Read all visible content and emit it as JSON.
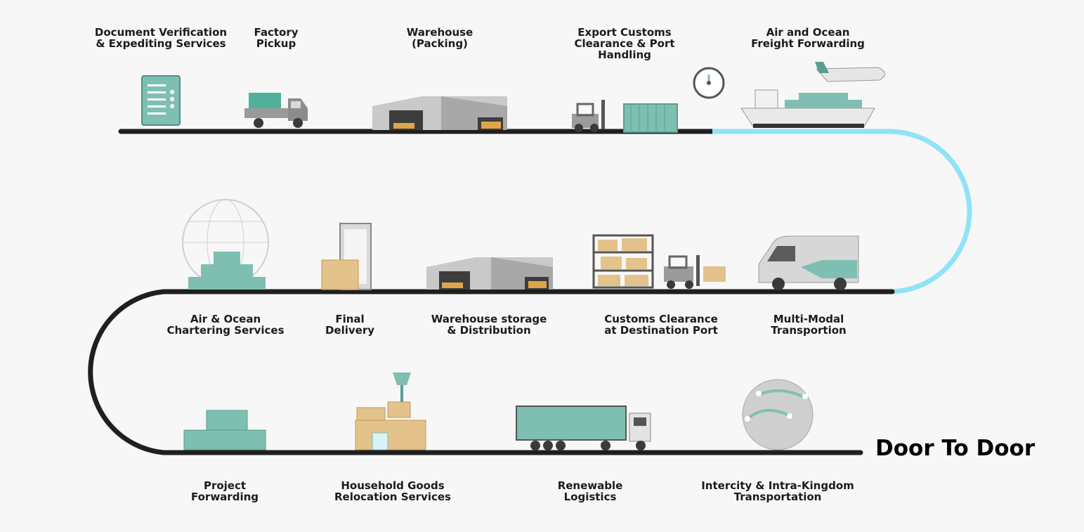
{
  "final_label": "Door To Door",
  "colors": {
    "track": "#1f1f1f",
    "sea_track": "#8fe3f8",
    "teal": "#7fbfb2",
    "teal_dark": "#5a9e92",
    "grey": "#b9b9b9",
    "box": "#e3c28c"
  },
  "steps": [
    {
      "label": "Document Verification\n& Expediting Services",
      "icon": "document-checklist-icon"
    },
    {
      "label": "Factory\nPickup",
      "icon": "pickup-truck-icon"
    },
    {
      "label": "Warehouse\n(Packing)",
      "icon": "warehouse-icon"
    },
    {
      "label": "Export Customs\nClearance & Port\nHandling",
      "icon": "forklift-container-icon"
    },
    {
      "label": "Air and Ocean\nFreight Forwarding",
      "icon": "ship-plane-icon"
    },
    {
      "label": "Multi-Modal\nTransportion",
      "icon": "van-icon"
    },
    {
      "label": "Customs Clearance\nat Destination Port",
      "icon": "shelves-forklift-icon"
    },
    {
      "label": "Warehouse storage\n& Distribution",
      "icon": "warehouse-storage-icon"
    },
    {
      "label": "Final\nDelivery",
      "icon": "door-box-icon"
    },
    {
      "label": "Air & Ocean\nChartering Services",
      "icon": "globe-containers-icon"
    },
    {
      "label": "Project\nForwarding",
      "icon": "containers-stack-icon"
    },
    {
      "label": "Household Goods\nRelocation Services",
      "icon": "household-boxes-icon"
    },
    {
      "label": "Renewable\nLogistics",
      "icon": "semi-truck-icon"
    },
    {
      "label": "Intercity & Intra-Kingdom\nTransportation",
      "icon": "route-globe-icon"
    }
  ]
}
